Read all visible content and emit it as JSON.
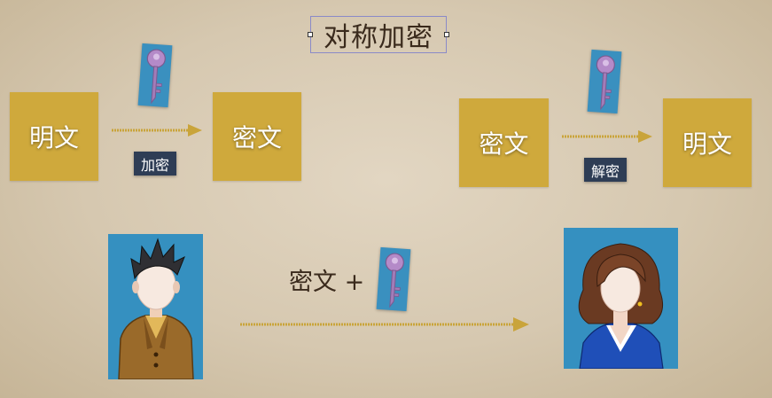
{
  "title": "对称加密",
  "encrypt": {
    "plaintext": "明文",
    "action": "加密",
    "ciphertext": "密文"
  },
  "decrypt": {
    "ciphertext": "密文",
    "action": "解密",
    "plaintext": "明文"
  },
  "transfer": {
    "label": "密文 +"
  },
  "colors": {
    "gold_box": "#cfa93c",
    "tag_bg": "#2e3d55",
    "avatar_bg": "#3590c0",
    "arrow": "#c9a43a",
    "title_text": "#3a2a1c"
  },
  "icons": [
    "key-icon",
    "male-user-icon",
    "female-user-icon",
    "arrow-right-icon"
  ]
}
